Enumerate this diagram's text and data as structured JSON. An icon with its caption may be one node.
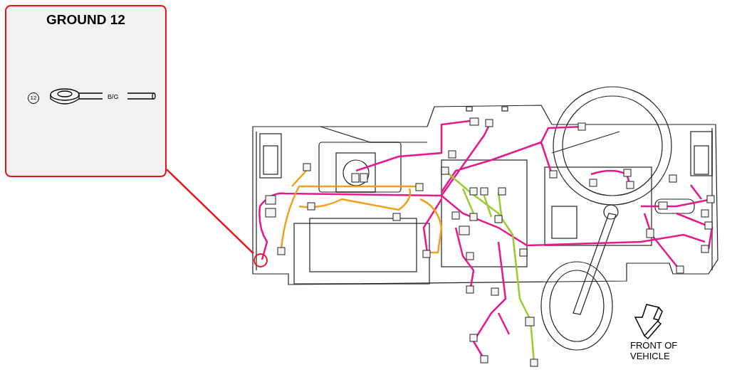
{
  "diagram": {
    "nodes": [
      {
        "text": [
          "GROUND 12"
        ]
      },
      {
        "text": [],
        "shape": "circle"
      }
    ],
    "edges": [
      {
        "from": 0,
        "to": 1,
        "arrow": "none",
        "color": "#e8141c"
      }
    ],
    "labels": [
      "12",
      "B/G",
      "FRONT OF VEHICLE"
    ]
  }
}
